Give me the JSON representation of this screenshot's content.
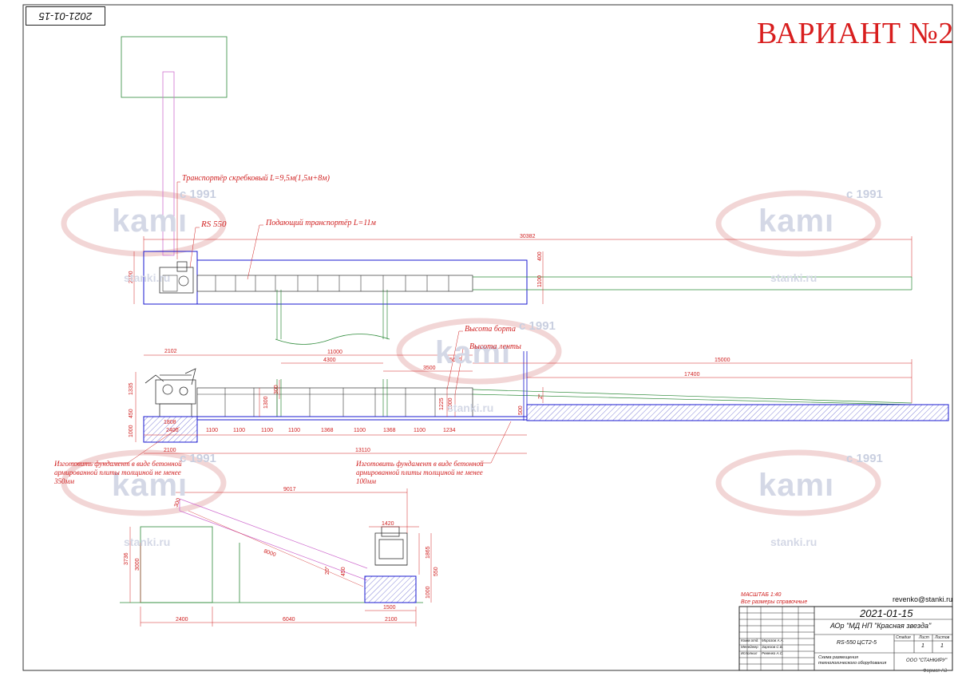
{
  "header": {
    "variant_title": "ВАРИАНТ №2",
    "date_stamp": "2021-01-15"
  },
  "watermark": {
    "since": "с 1991",
    "brand": "kamı",
    "site": "stanki.ru"
  },
  "labels": {
    "scraper_conveyor": "Транспортёр скребковый L=9,5м(1,5м+8м)",
    "machine": "RS 550",
    "feed_conveyor": "Подающий транспортёр L=11м",
    "side_height": "Высота борта",
    "belt_height": "Высота ленты",
    "foundation_left": "Изготовить фундамент в виде бетонной армированной плиты толщиной не менее 350мм",
    "foundation_right": "Изготовить фундамент в виде бетонной армированной плиты толщиной не менее 100мм"
  },
  "dimensions": {
    "top_total": "30382",
    "top_height": "2100",
    "top_right_a": "400",
    "top_right_b": "1100",
    "side_2102": "2102",
    "side_11000": "11000",
    "side_4300": "4300",
    "side_3500": "3500",
    "side_5600": "5600",
    "side_15000": "15000",
    "side_17400": "17400",
    "side_1335": "1335",
    "side_450": "450",
    "side_1000": "1000",
    "side_300": "300",
    "side_1300": "1300",
    "side_1225": "1225",
    "side_1000b": "1000",
    "side_500": "500",
    "side_2deg": "2°",
    "seg_1808": "1808",
    "seg_2400": "2400",
    "side_2100": "2100",
    "side_13110": "13110",
    "segments": [
      "1100",
      "1100",
      "1100",
      "1100",
      "1368",
      "1100",
      "1368",
      "1100",
      "1234"
    ],
    "incl_9017": "9017",
    "incl_1420": "1420",
    "incl_8000": "8000",
    "incl_300": "300",
    "incl_20deg": "20°",
    "incl_450": "450",
    "incl_1865": "1865",
    "incl_550": "550",
    "incl_1000": "1000",
    "incl_3736": "3736",
    "incl_3000": "3000",
    "incl_1500": "1500",
    "incl_2400": "2400",
    "incl_6040": "6040",
    "incl_2100": "2100"
  },
  "scale_note": {
    "line1": "МАСШТАБ 1:40",
    "line2": "Все размеры справочные"
  },
  "title_block": {
    "email": "revenko@stanki.ru",
    "date": "2021-01-15",
    "customer": "АОр \"МД НП \"Красная звезда\"",
    "model": "RS-550 ЦСТ2-5",
    "sheet_label": "Стадия",
    "sheet_num_label": "Лист",
    "sheets_label": "Листов",
    "sheet_num": "1",
    "sheets": "1",
    "drawing_name": "Схема размещения технологического оборудования",
    "company": "ООО \"СТАНКИРУ\"",
    "role1": "Комм.отд.",
    "role2": "Менеджер",
    "role3": "Исполнил",
    "name1": "Морозов А.А.",
    "name2": "Зарезов С.Б.",
    "name3": "Ревенко А.С.",
    "format": "Формат  А3"
  },
  "colors": {
    "red": "#d02020",
    "blue": "#1a1ad0",
    "green": "#2e8b3a",
    "magenta": "#d070d0",
    "hatch": "#3030c0"
  }
}
